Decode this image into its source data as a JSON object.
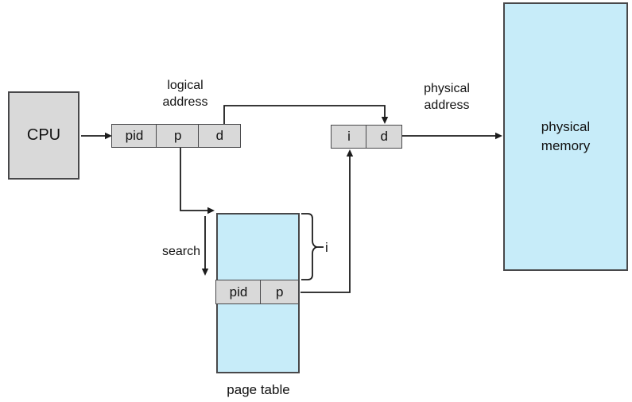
{
  "diagram": {
    "cpu": {
      "label": "CPU"
    },
    "logical_address": {
      "label": "logical address",
      "cells": [
        "pid",
        "p",
        "d"
      ]
    },
    "physical_address": {
      "label": "physical address",
      "cells": [
        "i",
        "d"
      ]
    },
    "page_table": {
      "caption": "page table",
      "search_label": "search",
      "index_label": "i",
      "matched_row": [
        "pid",
        "p"
      ]
    },
    "physical_memory": {
      "label": "physical memory"
    }
  },
  "colors": {
    "box_gray": "#d9d9d9",
    "box_blue": "#c7ecf9",
    "line": "#1c1c1c",
    "border": "#48484a"
  }
}
